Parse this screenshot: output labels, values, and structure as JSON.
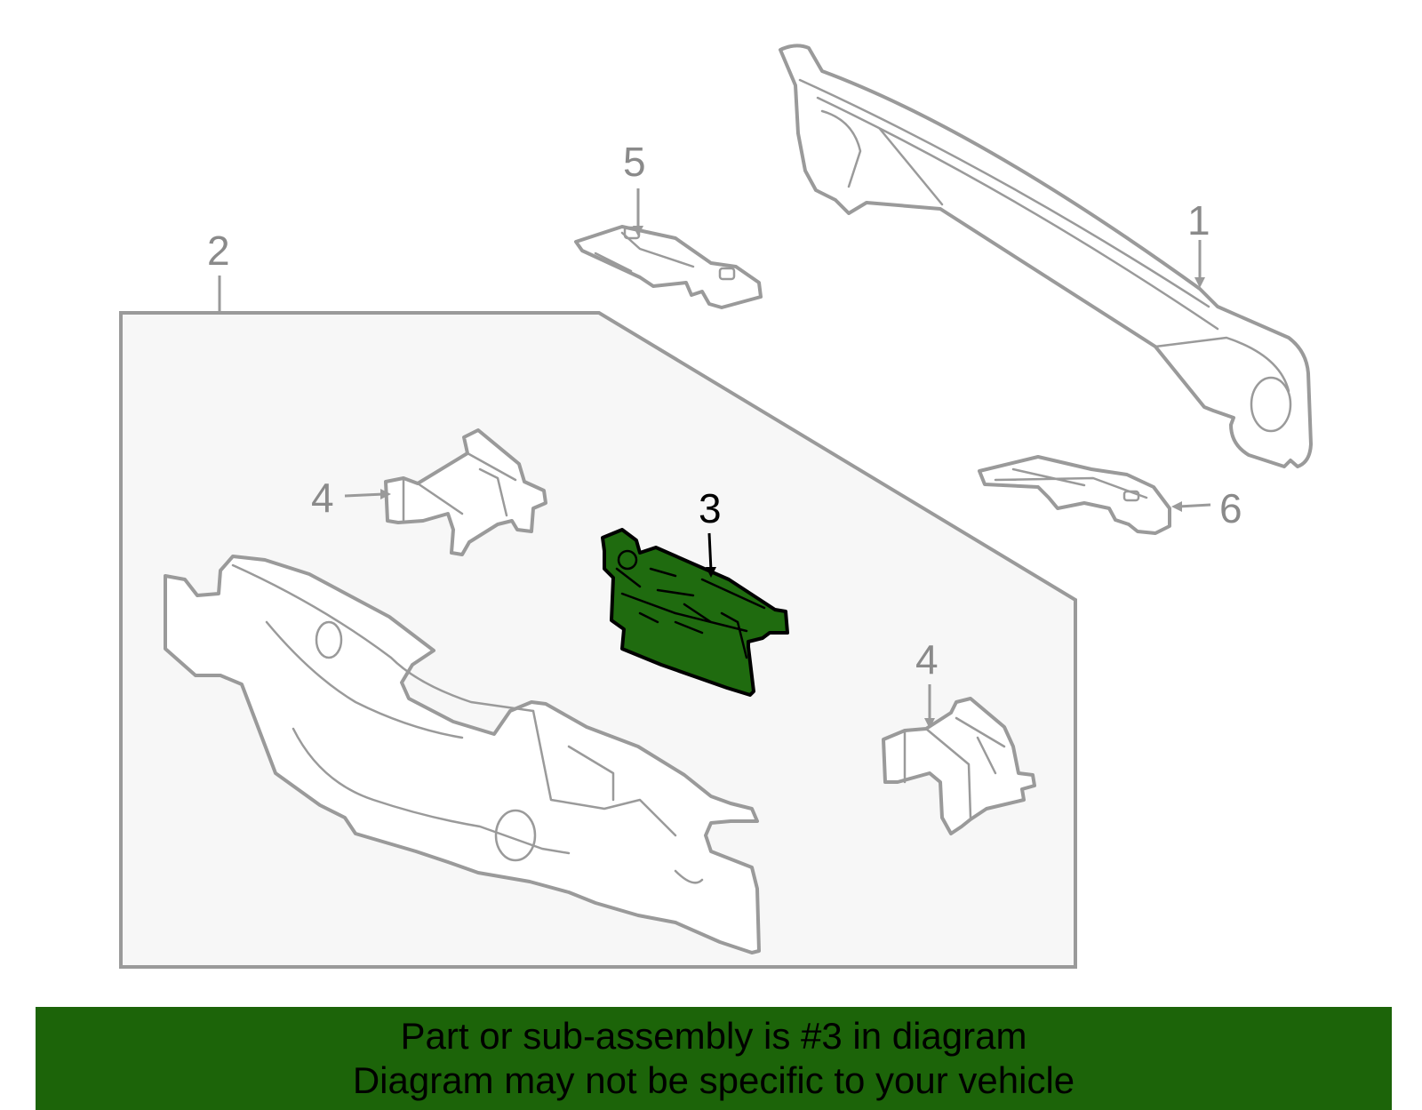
{
  "diagram": {
    "callouts": {
      "c1": "1",
      "c2": "2",
      "c3": "3",
      "c4a": "4",
      "c4b": "4",
      "c5": "5",
      "c6": "6"
    },
    "highlighted_part": "3",
    "colors": {
      "highlight_fill": "#1f6b0f",
      "outline": "#9a9a9a",
      "panel_fill": "#f7f7f7",
      "banner": "#1c6409"
    }
  },
  "banner": {
    "line1": "Part or sub-assembly is #3 in diagram",
    "line2": "Diagram may not be specific to your vehicle"
  }
}
